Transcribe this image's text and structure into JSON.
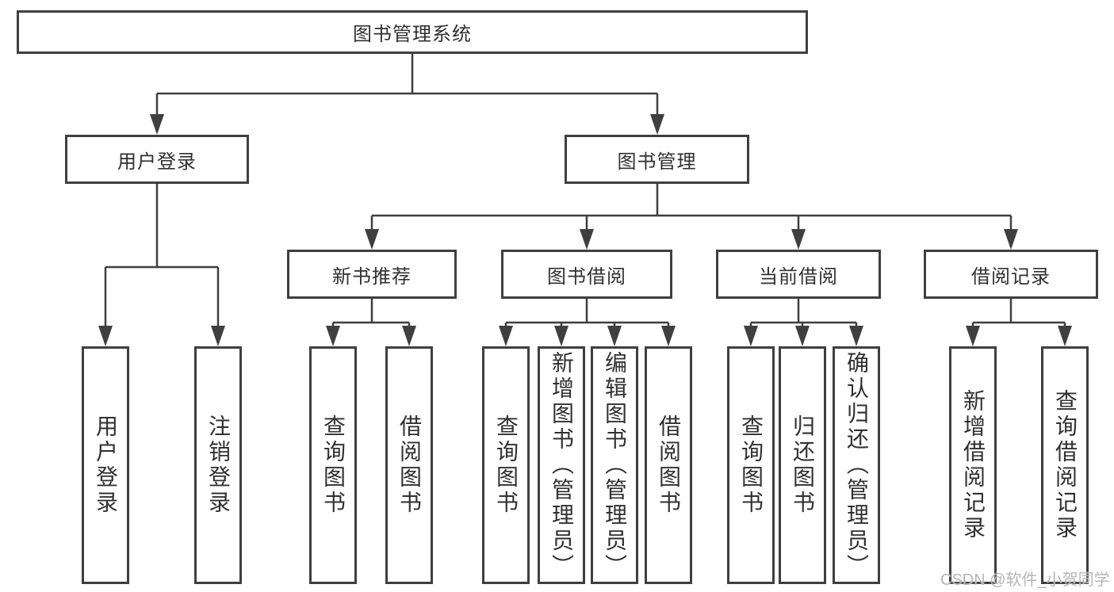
{
  "diagram": {
    "tree": {
      "label": "图书管理系统",
      "children": [
        {
          "label": "用户登录",
          "children": [
            {
              "label": "用户登录"
            },
            {
              "label": "注销登录"
            }
          ]
        },
        {
          "label": "图书管理",
          "children": [
            {
              "label": "新书推荐",
              "children": [
                {
                  "label": "查询图书"
                },
                {
                  "label": "借阅图书"
                }
              ]
            },
            {
              "label": "图书借阅",
              "children": [
                {
                  "label": "查询图书"
                },
                {
                  "label": "新增图书（管理员）"
                },
                {
                  "label": "编辑图书（管理员）"
                },
                {
                  "label": "借阅图书"
                }
              ]
            },
            {
              "label": "当前借阅",
              "children": [
                {
                  "label": "查询图书"
                },
                {
                  "label": "归还图书"
                },
                {
                  "label": "确认归还（管理员）"
                }
              ]
            },
            {
              "label": "借阅记录",
              "children": [
                {
                  "label": "新增借阅记录"
                },
                {
                  "label": "查询借阅记录"
                }
              ]
            }
          ]
        }
      ]
    },
    "colors": {
      "line": "#3f3f3f",
      "text": "#303030",
      "background": "#ffffff",
      "watermark": "#b5b5b5"
    }
  },
  "watermark": {
    "text": "CSDN @软件_小贺同学"
  }
}
